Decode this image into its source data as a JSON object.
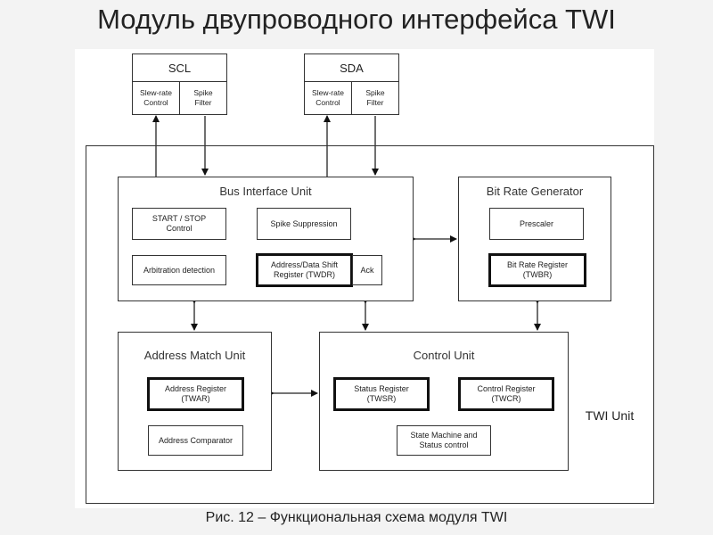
{
  "title": "Модуль двупроводного интерфейса TWI",
  "caption": "Рис. 12 – Функциональная схема модуля TWI",
  "pins": {
    "scl": {
      "name": "SCL",
      "slew": "Slew-rate\nControl",
      "spike": "Spike\nFilter"
    },
    "sda": {
      "name": "SDA",
      "slew": "Slew-rate\nControl",
      "spike": "Spike\nFilter"
    }
  },
  "twi_unit_label": "TWI Unit",
  "bus_interface": {
    "title": "Bus Interface Unit",
    "start_stop": "START / STOP\nControl",
    "spike_suppression": "Spike Suppression",
    "arbitration": "Arbitration detection",
    "shift_register": "Address/Data Shift\nRegister (TWDR)",
    "ack": "Ack"
  },
  "bit_rate": {
    "title": "Bit Rate Generator",
    "prescaler": "Prescaler",
    "register": "Bit Rate Register\n(TWBR)"
  },
  "address_match": {
    "title": "Address Match Unit",
    "register": "Address Register\n(TWAR)",
    "comparator": "Address Comparator"
  },
  "control_unit": {
    "title": "Control Unit",
    "status_register": "Status Register\n(TWSR)",
    "control_register": "Control Register\n(TWCR)",
    "state_machine": "State Machine and\nStatus control"
  }
}
